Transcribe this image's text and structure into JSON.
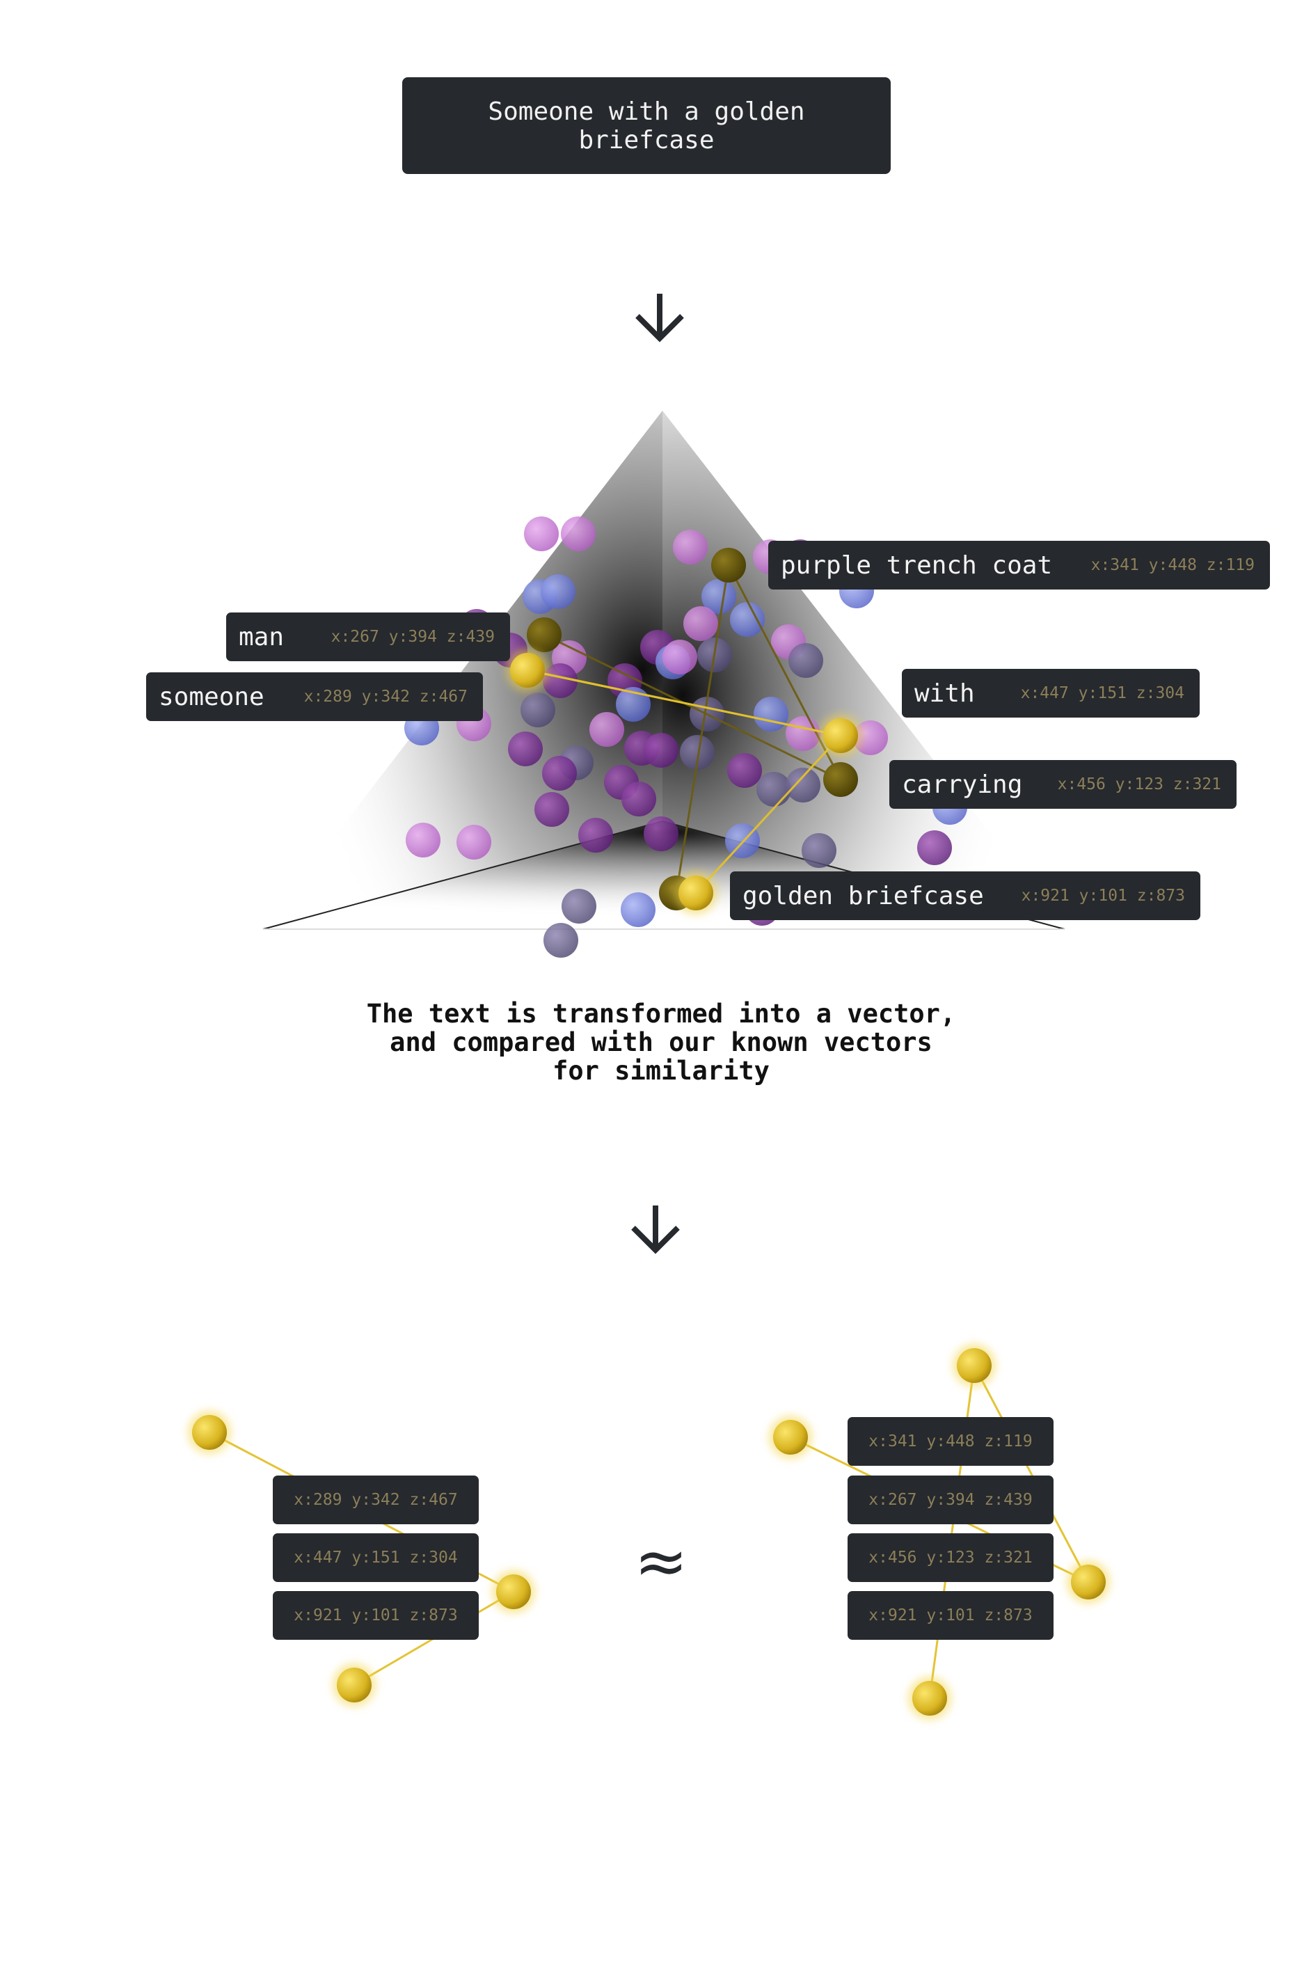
{
  "query": "Someone with a golden briefcase",
  "caption": "The text is transformed into a vector,\nand compared with our known vectors\nfor similarity",
  "approx_symbol": "≈",
  "colors": {
    "box": "#26292d",
    "coord_text": "#8c7f5a",
    "gold": "#e2c12c",
    "gold_dark": "#6b5c10",
    "blue": "#6f7fd8",
    "pink": "#c47cd0",
    "purple": "#7a2f95"
  },
  "icons": {
    "arrow": "arrow-down-icon"
  },
  "tokens": [
    {
      "word": "purple trench coat",
      "coord": "x:341 y:448 z:119"
    },
    {
      "word": "man",
      "coord": "x:267 y:394 z:439"
    },
    {
      "word": "someone",
      "coord": "x:289 y:342 z:467"
    },
    {
      "word": "with",
      "coord": "x:447 y:151 z:304"
    },
    {
      "word": "carrying",
      "coord": "x:456 y:123 z:321"
    },
    {
      "word": "golden briefcase",
      "coord": "x:921 y:101 z:873"
    }
  ],
  "query_vectors": [
    "x:289 y:342 z:467",
    "x:447 y:151 z:304",
    "x:921 y:101 z:873"
  ],
  "known_vectors": [
    "x:341 y:448 z:119",
    "x:267 y:394 z:439",
    "x:456 y:123 z:321",
    "x:921 y:101 z:873"
  ]
}
